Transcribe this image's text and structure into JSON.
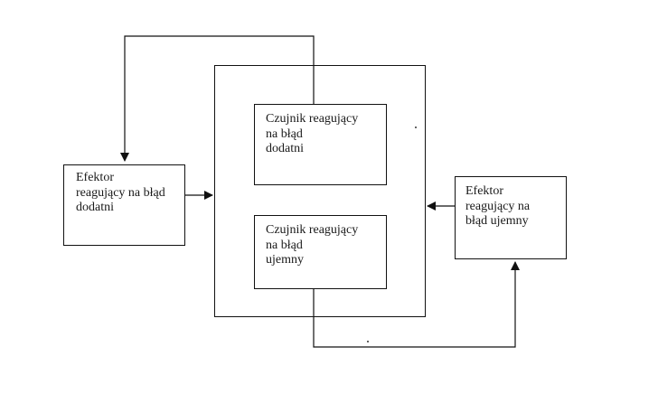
{
  "diagram": {
    "sensor_positive": {
      "label": "Czujnik reagujący\nna błąd\ndodatni"
    },
    "sensor_negative": {
      "label": "Czujnik reagujący\nna błąd\nujemny"
    },
    "effector_positive": {
      "label": "Efektor\nreagujący na błąd\ndodatni"
    },
    "effector_negative": {
      "label": "Efektor\nreagujący na\nbłąd ujemny"
    }
  },
  "colors": {
    "line": "#111111",
    "background": "#ffffff"
  }
}
